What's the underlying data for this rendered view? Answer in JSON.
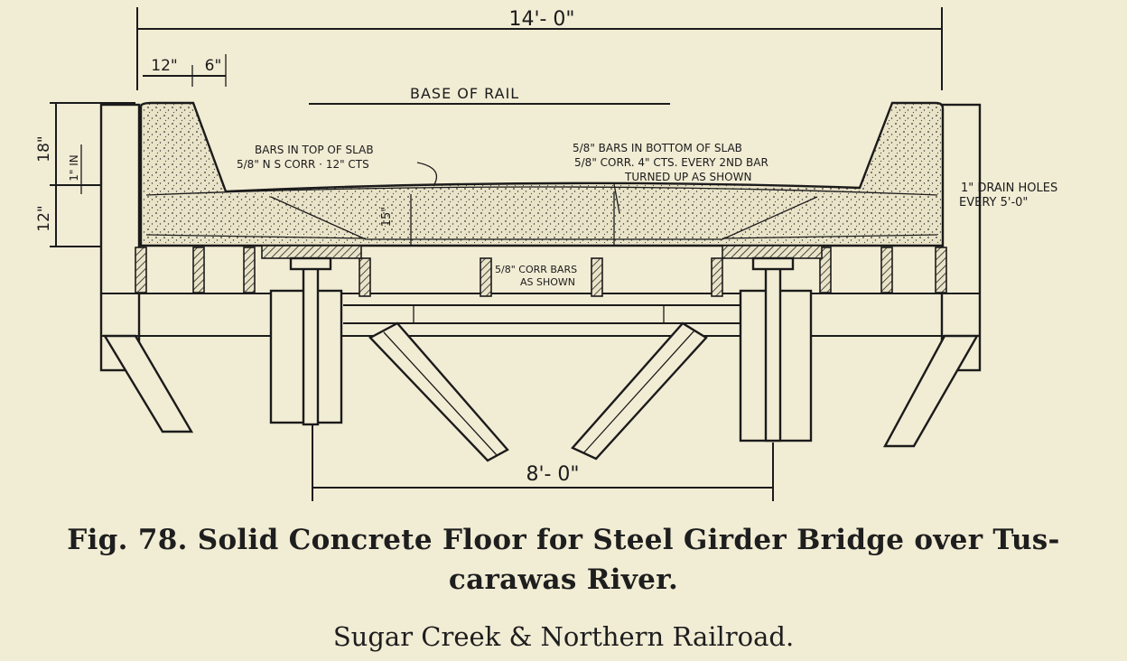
{
  "diagram": {
    "dimensions": {
      "overall_width": "14'- 0\"",
      "curb_width": "12\"",
      "curb_batter": "6\"",
      "curb_height": "18\"",
      "slab_depth": "12\"",
      "crown": "1\" IN",
      "girder_spacing": "8'- 0\"",
      "slab_center_depth": "15\""
    },
    "labels": {
      "base_of_rail": "BASE OF RAIL",
      "top_bars_line1": "BARS IN TOP OF SLAB",
      "top_bars_line2": "5/8\" N S CORR · 12\" CTS",
      "bottom_bars_line1": "5/8\" BARS IN BOTTOM OF SLAB",
      "bottom_bars_line2": "5/8\" CORR. 4\" CTS. EVERY 2ND BAR",
      "bottom_bars_line3": "TURNED UP AS SHOWN",
      "drain_line1": "1\" DRAIN HOLES",
      "drain_line2": "EVERY 5'-0\"",
      "corr_bars_line1": "5/8\" CORR BARS",
      "corr_bars_line2": "AS SHOWN"
    }
  },
  "caption": {
    "line1": "Fig. 78.  Solid Concrete Floor for Steel Girder Bridge over Tus-",
    "line2": "carawas River.",
    "subtitle": "Sugar Creek & Northern Railroad."
  }
}
